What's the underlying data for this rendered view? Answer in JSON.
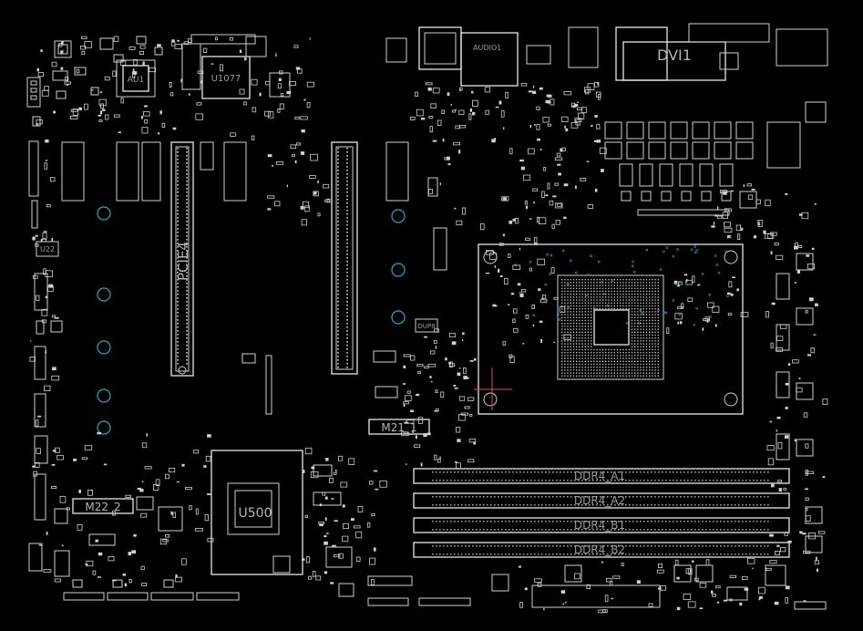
{
  "board": {
    "background": "#000000",
    "outline_color": "#d0d0d0",
    "hole_color": "#2aa8c0",
    "marker_color": "#d0506a"
  },
  "labels": {
    "u1077": "U1077",
    "au1": "AU1",
    "audio1": "AUDIO1",
    "dvi1": "DVI1",
    "pcie4": "PCIE4",
    "u22": "U22",
    "m2_2": "M22_2",
    "m2_1": "M21_1",
    "dup8": "DUP8",
    "u500": "U500",
    "ddr4_a1": "DDR4_A1",
    "ddr4_a2": "DDR4_A2",
    "ddr4_b1": "DDR4_B1",
    "ddr4_b2": "DDR4_B2"
  }
}
